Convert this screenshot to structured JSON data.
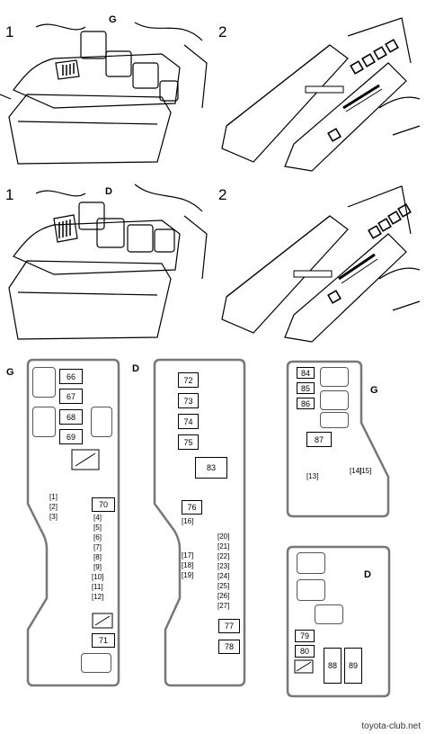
{
  "photos": [
    {
      "step": "1",
      "variant": "G"
    },
    {
      "step": "2",
      "variant": ""
    },
    {
      "step": "1",
      "variant": "D"
    },
    {
      "step": "2",
      "variant": ""
    }
  ],
  "left_box": {
    "label": "G",
    "relays": [
      "66",
      "67",
      "68",
      "69",
      "70",
      "71"
    ],
    "fuses_a": [
      "1",
      "2",
      "3"
    ],
    "fuses_b": [
      "4",
      "5",
      "6",
      "7",
      "8",
      "9",
      "10",
      "11",
      "12"
    ]
  },
  "middle_box": {
    "label": "D",
    "relays": [
      "72",
      "73",
      "74",
      "75",
      "83",
      "76",
      "77",
      "78"
    ],
    "fuses_a": [
      "16",
      "17",
      "18",
      "19"
    ],
    "fuses_b": [
      "20",
      "21",
      "22",
      "23",
      "24",
      "25",
      "26",
      "27"
    ]
  },
  "right_top_box": {
    "label": "G",
    "relays": [
      "84",
      "85",
      "86",
      "87"
    ],
    "fuses": [
      "13",
      "14",
      "15"
    ]
  },
  "right_bottom_box": {
    "label": "D",
    "relays": [
      "79",
      "80",
      "88",
      "89"
    ]
  },
  "credit": "toyota-club.net"
}
